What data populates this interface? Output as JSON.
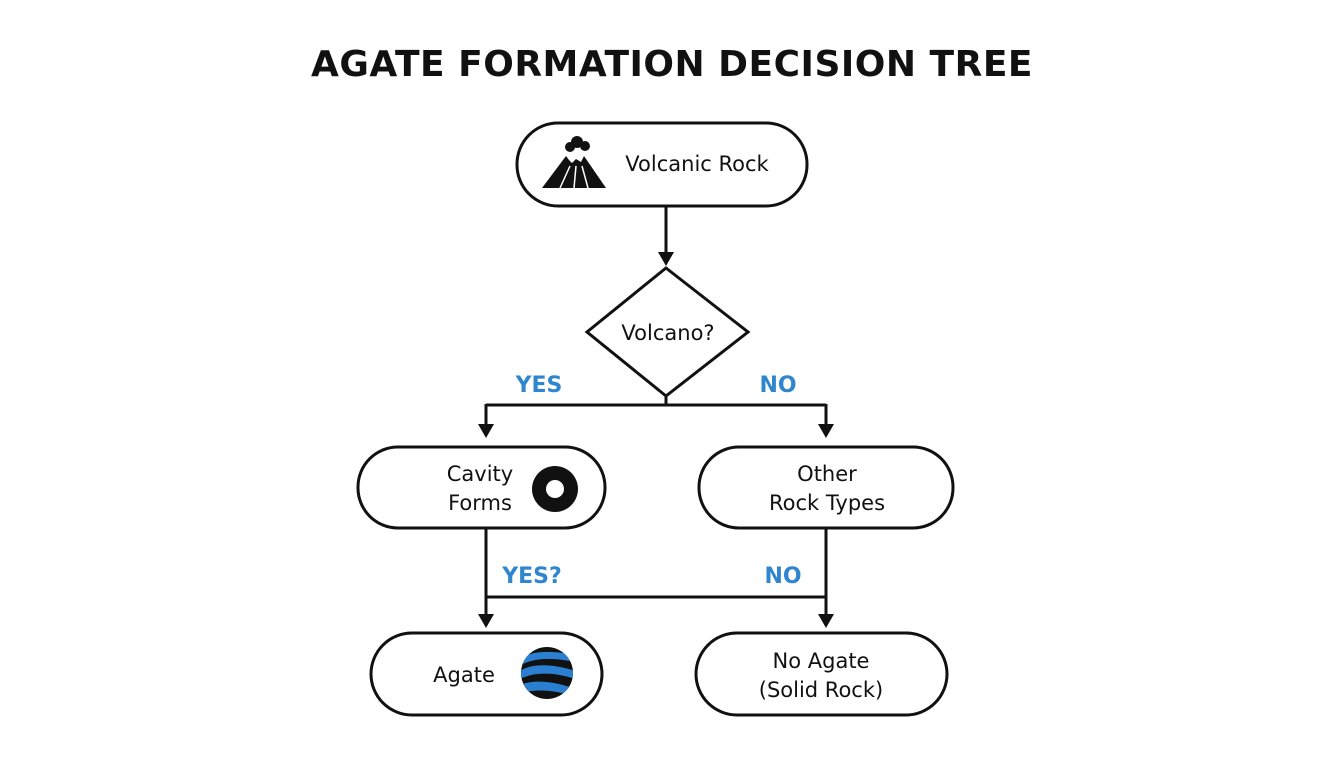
{
  "title": "AGATE FORMATION DECISION TREE",
  "nodes": {
    "volcanic_rock": {
      "label": "Volcanic Rock",
      "icon": "volcano-icon"
    },
    "volcano_decision": {
      "label": "Volcano?"
    },
    "cavity_forms": {
      "line1": "Cavity",
      "line2": "Forms",
      "icon": "cavity-ring-icon"
    },
    "other_rock": {
      "line1": "Other",
      "line2": "Rock Types"
    },
    "agate": {
      "label": "Agate",
      "icon": "agate-sphere-icon"
    },
    "no_agate": {
      "line1": "No Agate",
      "line2": "(Solid Rock)"
    }
  },
  "edges": {
    "volcano_yes": "YES",
    "volcano_no": "NO",
    "cavity_yes": "YES?",
    "other_no": "NO"
  },
  "colors": {
    "edge_label": "#2f86cf",
    "stroke": "#111111",
    "agate_blue": "#2a7fd0"
  }
}
